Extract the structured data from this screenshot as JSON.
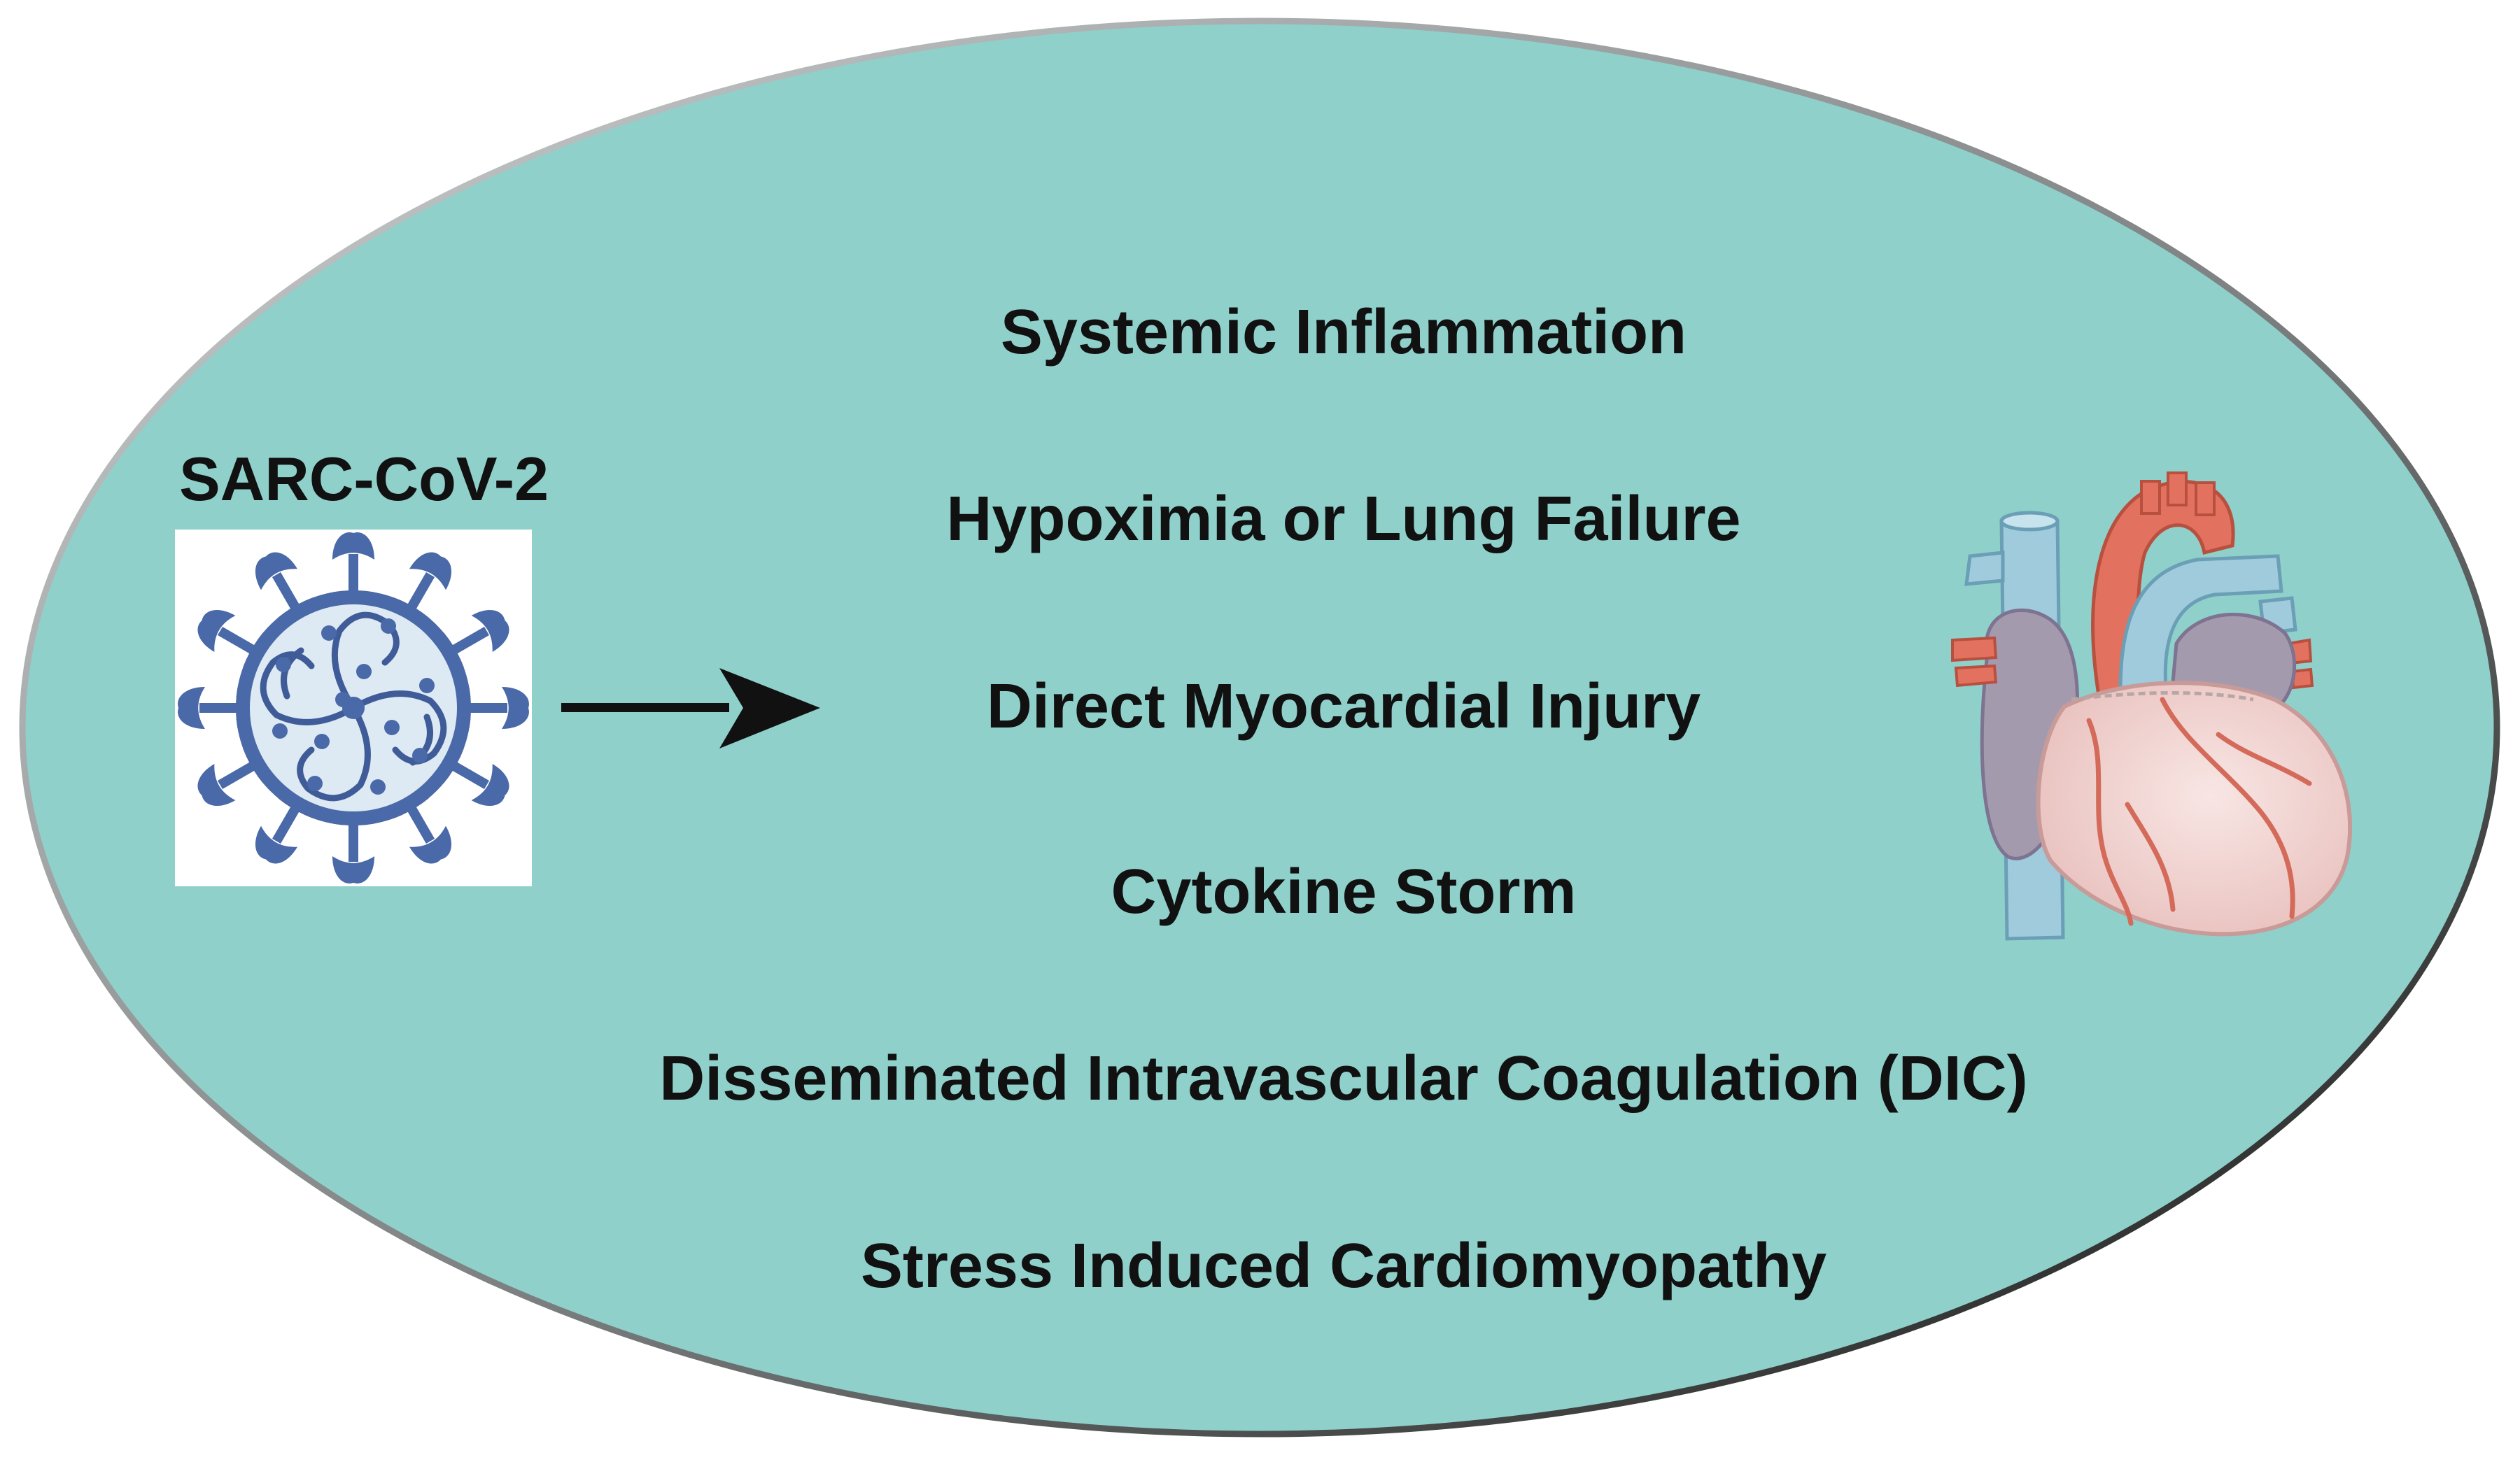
{
  "diagram": {
    "virus_label": "SARC-CoV-2",
    "virus_icon": "coronavirus-icon",
    "heart_icon": "heart-anatomy-icon",
    "arrow_icon": "right-arrow-icon",
    "mechanisms": [
      "Systemic Inflammation",
      "Hypoximia or Lung Failure",
      "Direct Myocardial Injury",
      "Cytokine Storm",
      "Disseminated Intravascular Coagulation (DIC)",
      "Stress Induced Cardiomyopathy"
    ],
    "colors": {
      "ellipse_fill": "#8fd0cb",
      "ellipse_stroke": "#333333",
      "text": "#111111",
      "virus_blue": "#4a69a8",
      "virus_red": "#c8433a",
      "heart_red": "#e2725f",
      "heart_blue": "#9fcbdd",
      "heart_purple": "#a49aae",
      "heart_pink": "#f1d5d3"
    }
  }
}
